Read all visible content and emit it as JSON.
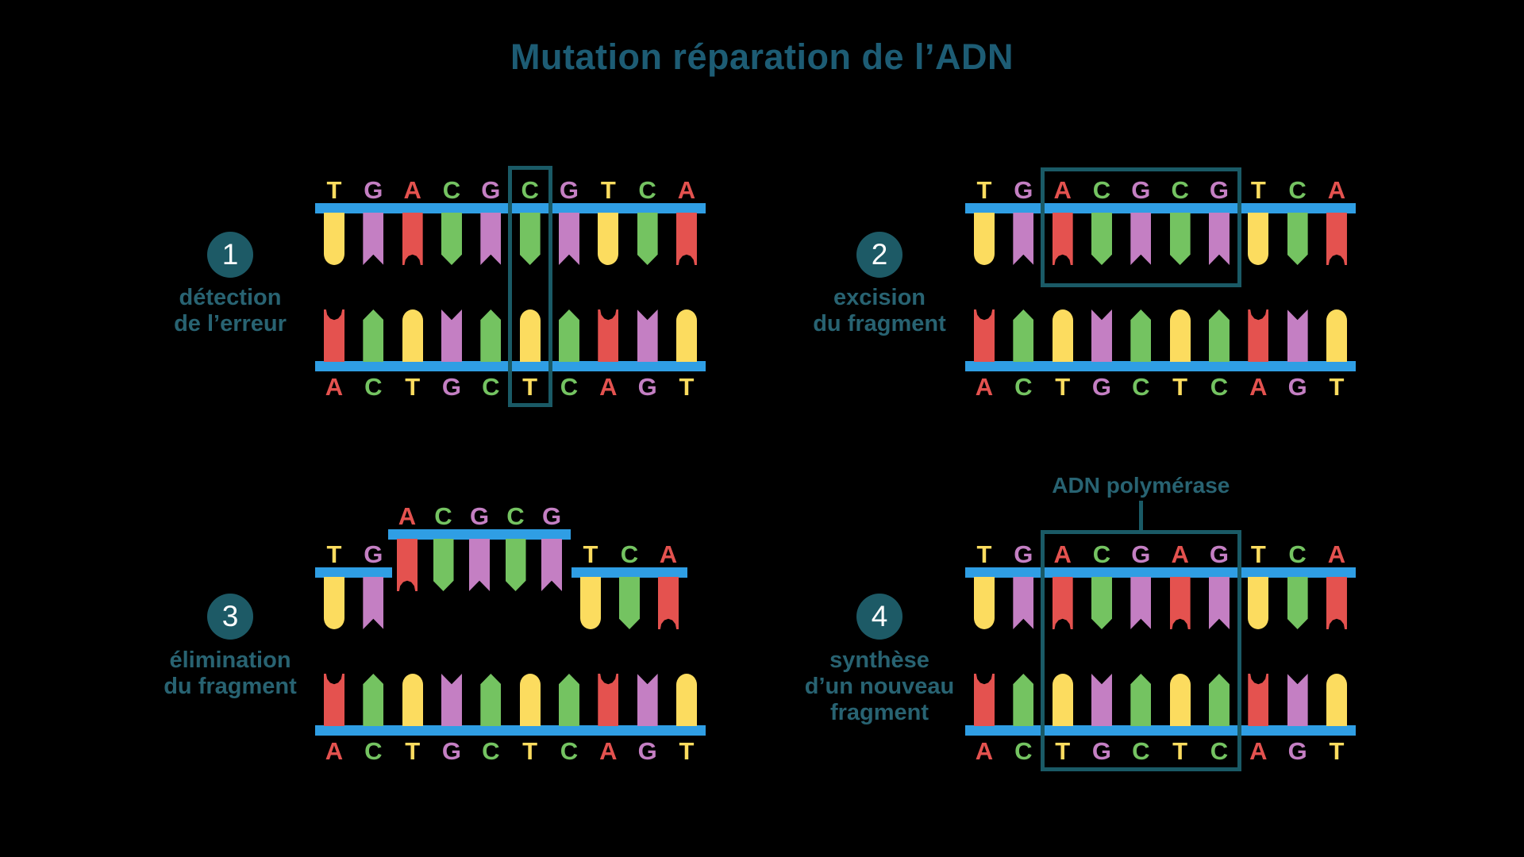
{
  "title": "Mutation réparation de l’ADN",
  "colors": {
    "background": "#000000",
    "title_teal": "#1d5c74",
    "label_teal": "#286372",
    "circle_teal": "#1d5a66",
    "box_teal": "#1a5a66",
    "backbone_blue": "#2f9ee4",
    "bases": {
      "A": "#e4524f",
      "T": "#fcdc5f",
      "G": "#c47fc3",
      "C": "#74c361"
    }
  },
  "panels": [
    {
      "number": "1",
      "label_lines": [
        "détection",
        "de l’erreur"
      ],
      "top_strand": [
        "T",
        "G",
        "A",
        "C",
        "G",
        "C",
        "G",
        "T",
        "C",
        "A"
      ],
      "bottom_strand": [
        "A",
        "C",
        "T",
        "G",
        "C",
        "T",
        "C",
        "A",
        "G",
        "T"
      ],
      "highlight": {
        "from": 6,
        "to": 6,
        "extent": "both-strands"
      }
    },
    {
      "number": "2",
      "label_lines": [
        "excision",
        "du fragment"
      ],
      "top_strand": [
        "T",
        "G",
        "A",
        "C",
        "G",
        "C",
        "G",
        "T",
        "C",
        "A"
      ],
      "bottom_strand": [
        "A",
        "C",
        "T",
        "G",
        "C",
        "T",
        "C",
        "A",
        "G",
        "T"
      ],
      "highlight": {
        "from": 3,
        "to": 7,
        "extent": "top-strand"
      }
    },
    {
      "number": "3",
      "label_lines": [
        "élimination",
        "du fragment"
      ],
      "top_segments": [
        {
          "bases": [
            "T",
            "G"
          ],
          "raised": false
        },
        {
          "bases": [
            "A",
            "C",
            "G",
            "C",
            "G"
          ],
          "raised": true
        },
        {
          "bases": [
            "T",
            "C",
            "A"
          ],
          "raised": false
        }
      ],
      "bottom_strand": [
        "A",
        "C",
        "T",
        "G",
        "C",
        "T",
        "C",
        "A",
        "G",
        "T"
      ],
      "highlight": null
    },
    {
      "number": "4",
      "label_lines": [
        "synthèse",
        "d’un nouveau",
        "fragment"
      ],
      "annotation": "ADN polymérase",
      "top_strand": [
        "T",
        "G",
        "A",
        "C",
        "G",
        "A",
        "G",
        "T",
        "C",
        "A"
      ],
      "bottom_strand": [
        "A",
        "C",
        "T",
        "G",
        "C",
        "T",
        "C",
        "A",
        "G",
        "T"
      ],
      "highlight": {
        "from": 3,
        "to": 7,
        "extent": "both-strands"
      }
    }
  ]
}
